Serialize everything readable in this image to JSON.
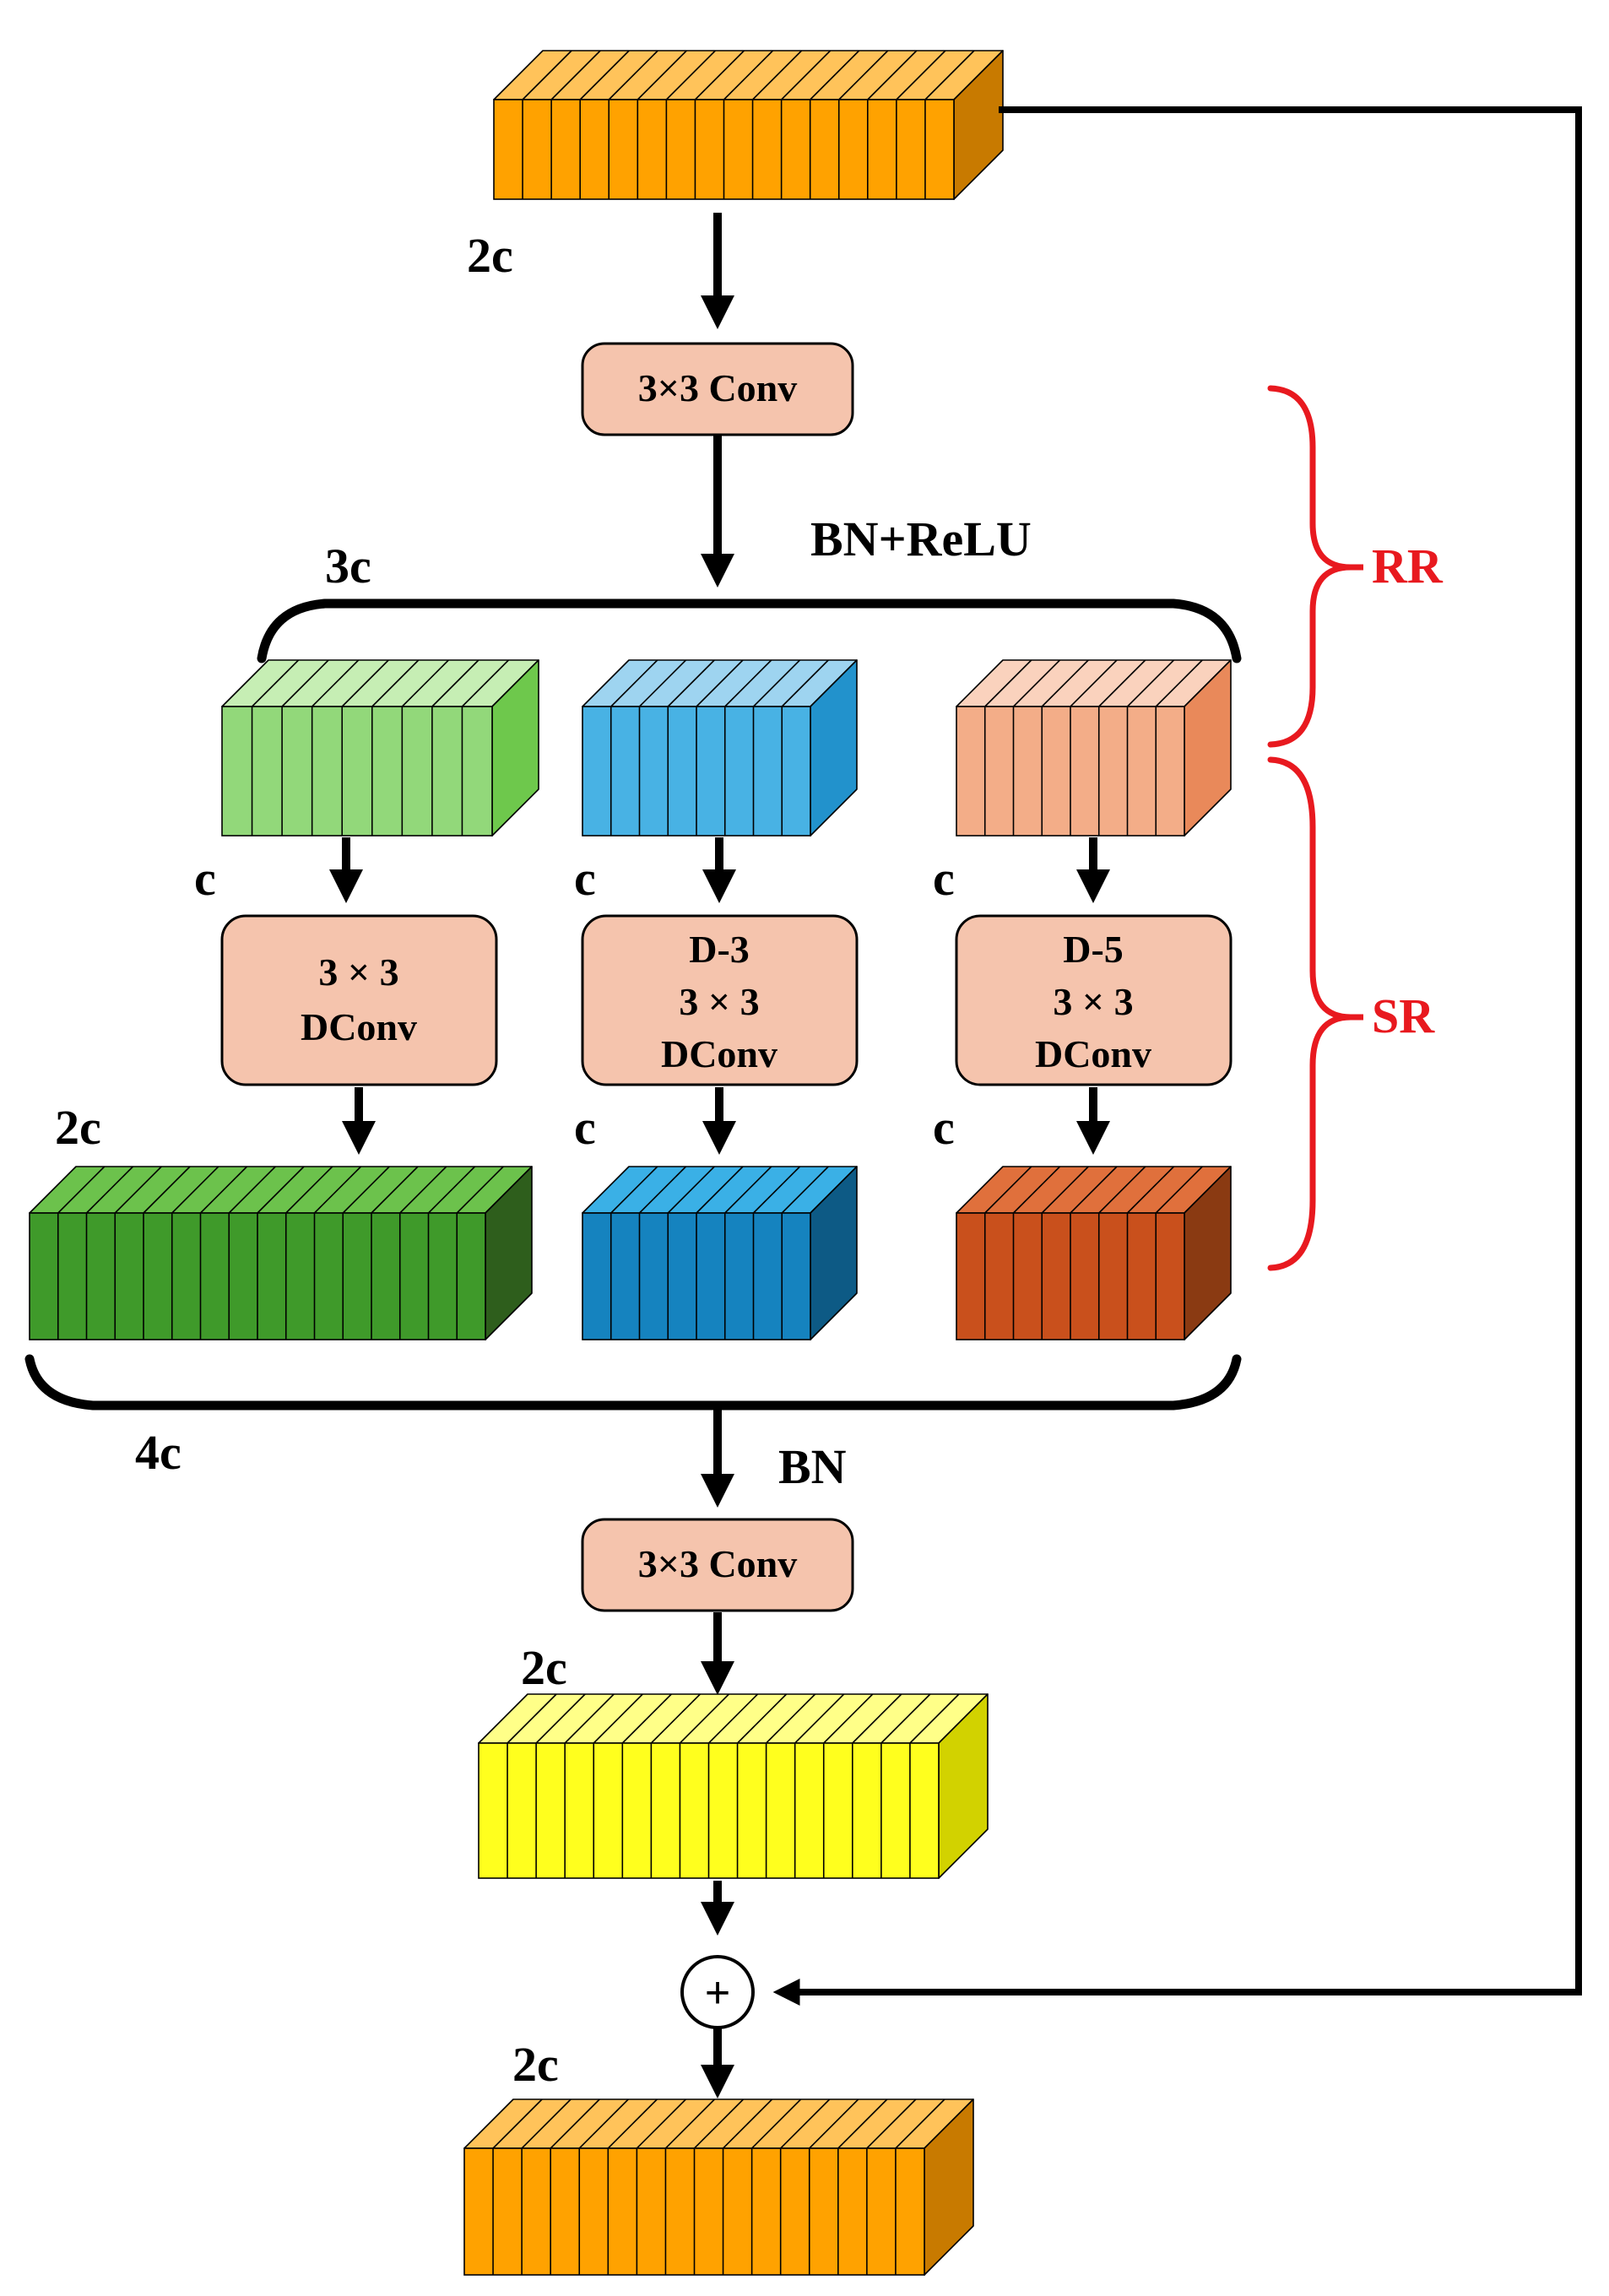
{
  "labels": {
    "input_channels": "2c",
    "after_split": "3c",
    "branch1_in": "c",
    "branch2_in": "c",
    "branch3_in": "c",
    "branch1_out": "2c",
    "branch2_out": "c",
    "branch3_out": "c",
    "concat": "4c",
    "after_conv2": "2c",
    "output_channels": "2c",
    "bn_relu": "BN+ReLU",
    "bn": "BN",
    "plus": "+"
  },
  "boxes": {
    "conv1": [
      "3×3 Conv"
    ],
    "dconv1": [
      "3 × 3",
      "DConv"
    ],
    "dconv2": [
      "D-3",
      "3 × 3",
      "DConv"
    ],
    "dconv3": [
      "D-5",
      "3 × 3",
      "DConv"
    ],
    "conv2": [
      "3×3 Conv"
    ]
  },
  "brackets": {
    "rr": "RR",
    "sr": "SR"
  },
  "colors": {
    "orange": "#ffa200",
    "light_green": "#92d87a",
    "light_blue": "#48b2e4",
    "light_salmon": "#f3ad88",
    "dark_green": "#3f9a2a",
    "dark_blue": "#1583bf",
    "dark_rust": "#c9501c",
    "yellow": "#ffff1e",
    "box_fill": "#f5c4ad",
    "bracket_red": "#e8191f"
  }
}
